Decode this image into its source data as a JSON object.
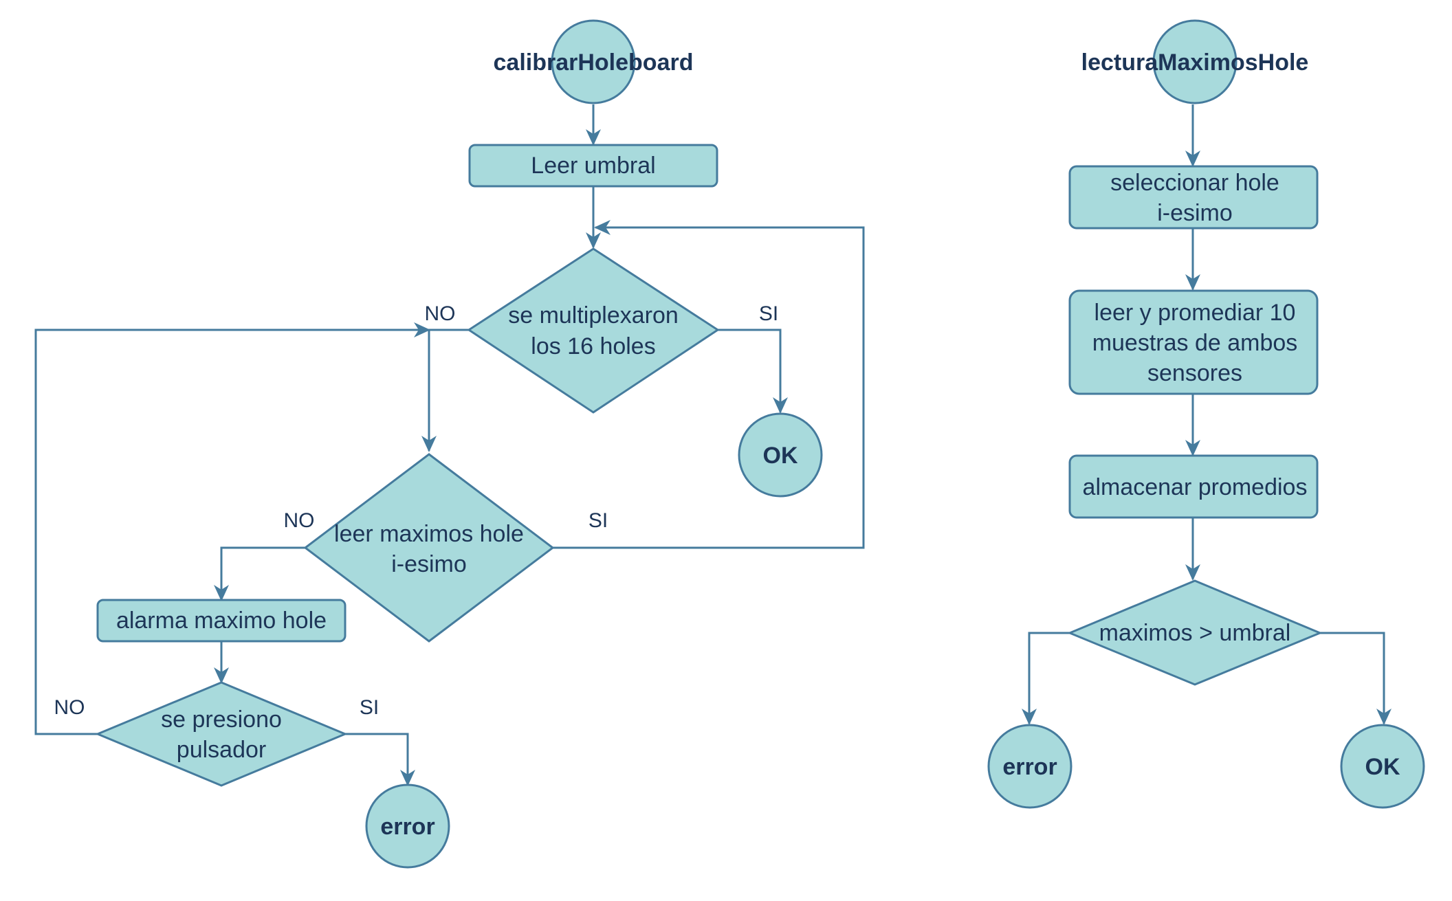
{
  "colors": {
    "fill": "#A8DADC",
    "stroke": "#457B9D",
    "text": "#1D3557"
  },
  "flow1": {
    "start": "calibrarHoleboard",
    "leer_umbral": "Leer umbral",
    "decision_mux": [
      "se multiplexaron",
      "los 16 holes"
    ],
    "decision_leer": [
      "leer maximos hole",
      "i-esimo"
    ],
    "alarma": "alarma maximo hole",
    "decision_pulsador": [
      "se presiono",
      "pulsador"
    ],
    "ok": "OK",
    "error": "error",
    "labels": {
      "mux_no": "NO",
      "mux_si": "SI",
      "leer_no": "NO",
      "leer_si": "SI",
      "puls_no": "NO",
      "puls_si": "SI"
    }
  },
  "flow2": {
    "start": "lecturaMaximosHole",
    "seleccionar": [
      "seleccionar hole",
      "i-esimo"
    ],
    "leer_promediar": [
      "leer y promediar 10",
      "muestras de ambos",
      "sensores"
    ],
    "almacenar": "almacenar promedios",
    "decision_max": "maximos > umbral",
    "error": "error",
    "ok": "OK"
  }
}
